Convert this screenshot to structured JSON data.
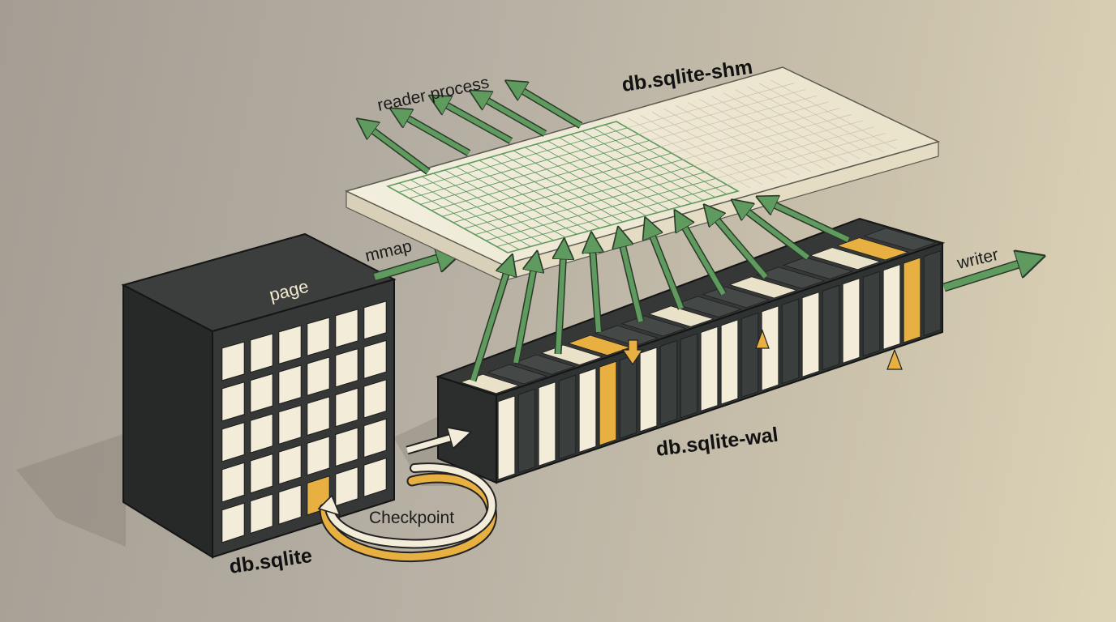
{
  "labels": {
    "shm": "db.sqlite-shm",
    "reader_process": "reader process",
    "mmap": "mmap",
    "writer": "writer",
    "page": "page",
    "wal": "db.sqlite-wal",
    "db": "db.sqlite",
    "checkpoint": "Checkpoint"
  },
  "colors": {
    "arrow_green": "#5f9a5e",
    "accent_orange": "#e8b040",
    "dark_block": "#2f3331",
    "cream": "#f3ecd9",
    "shm_panel": "#f4efdc"
  }
}
